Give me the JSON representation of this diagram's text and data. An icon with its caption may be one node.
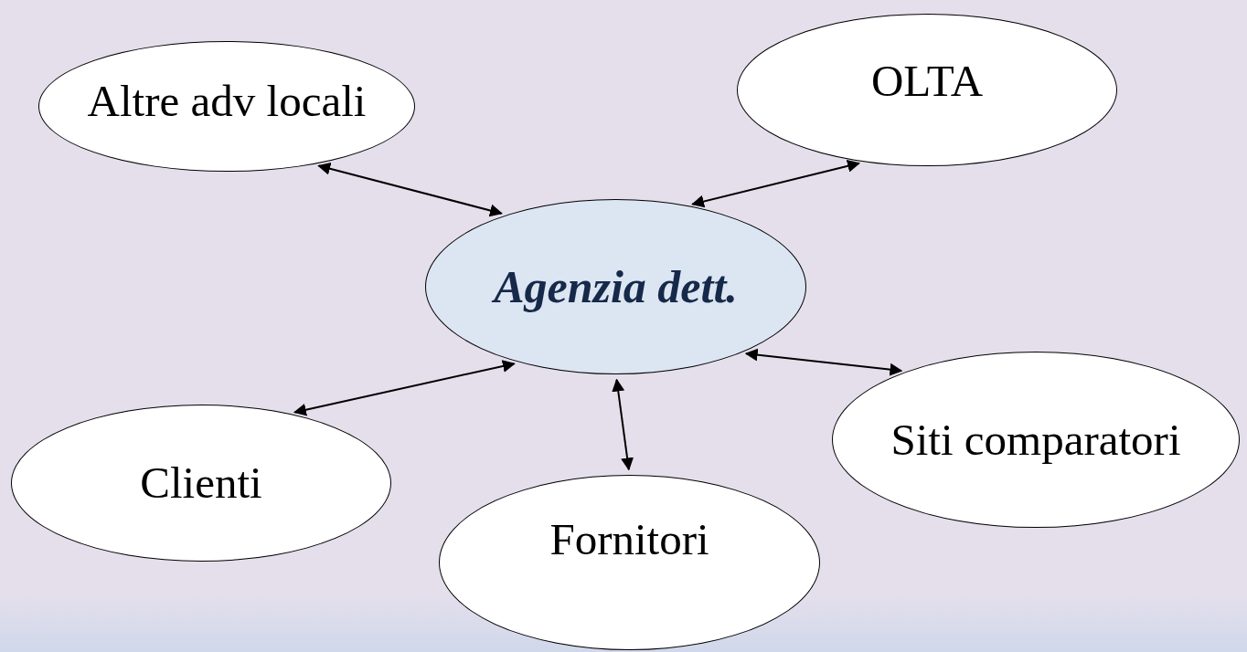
{
  "diagram": {
    "nodes": [
      {
        "text": [
          "Agenzia dett."
        ]
      },
      {
        "text": [
          "Altre adv locali"
        ]
      },
      {
        "text": [
          "OLTA"
        ]
      },
      {
        "text": [
          "Clienti"
        ]
      },
      {
        "text": [
          "Fornitori"
        ]
      },
      {
        "text": [
          "Siti comparatori"
        ]
      }
    ],
    "edges": [
      {
        "from": 0,
        "to": 1,
        "arrow": "both"
      },
      {
        "from": 0,
        "to": 2,
        "arrow": "both"
      },
      {
        "from": 0,
        "to": 3,
        "arrow": "both"
      },
      {
        "from": 0,
        "to": 4,
        "arrow": "both"
      },
      {
        "from": 0,
        "to": 5,
        "arrow": "both"
      }
    ]
  }
}
